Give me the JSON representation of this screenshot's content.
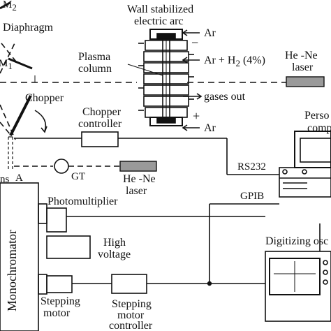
{
  "labels": {
    "m2": "M",
    "m2_sub": "2",
    "m1": "M",
    "m1_sub": "1",
    "diaphragm": "Diaphragm",
    "chopper": "Chopper",
    "chopper_controller_1": "Chopper",
    "chopper_controller_2": "controller",
    "wall_arc_1": "Wall stabilized",
    "wall_arc_2": "electric arc",
    "plasma_1": "Plasma",
    "plasma_2": "column",
    "ar_top": "Ar",
    "ar_h2": "Ar + H",
    "ar_h2_sub": "2",
    "ar_h2_tail": " (4%)",
    "gases_out": "gases out",
    "ar_bottom": "Ar",
    "plus": "+",
    "minus": "−",
    "hene_right_1": "He -Ne",
    "hene_right_2": "laser",
    "personal_computer_1": "Perso",
    "personal_computer_2": "comp",
    "rs232": "RS232",
    "gpib": "GPIB",
    "lens": "ns",
    "a": "A",
    "gt": "GT",
    "hene_left_1": "He -Ne",
    "hene_left_2": "laser",
    "monochromator": "Monochromator",
    "photomultiplier": "Photomultiplier",
    "high_voltage_1": "High",
    "high_voltage_2": "voltage",
    "digitizing": "Digitizing osc",
    "stepping_motor_1": "Stepping",
    "stepping_motor_2": "motor",
    "stepping_controller_1": "Stepping",
    "stepping_controller_2": "motor",
    "stepping_controller_3": "controller"
  },
  "colors": {
    "ink": "#111111",
    "laser_fill": "#9a9a9a",
    "screen_fill": "#ffffff"
  }
}
